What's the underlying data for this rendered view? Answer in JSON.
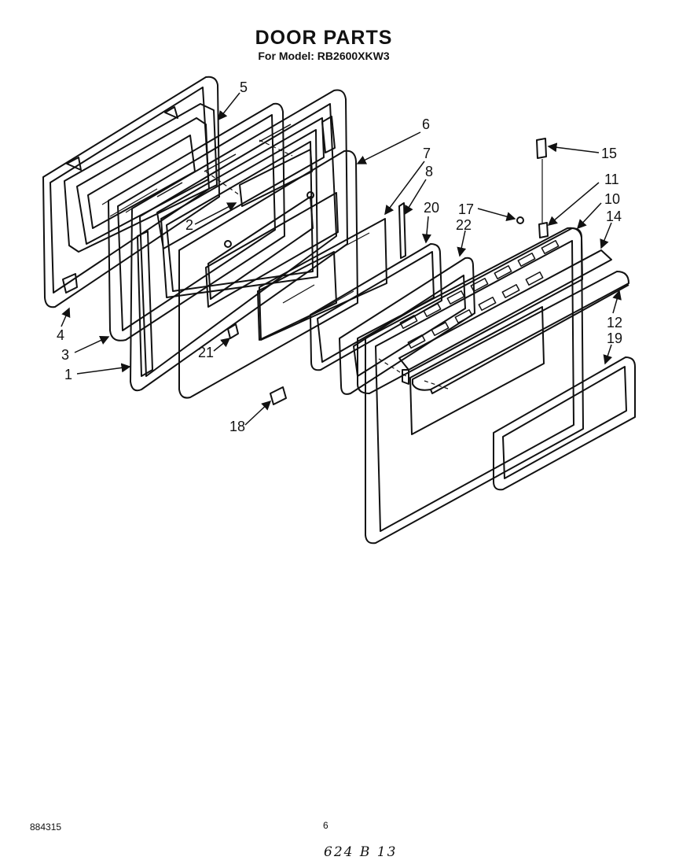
{
  "header": {
    "title": "DOOR PARTS",
    "subtitle": "For Model: RB2600XKW3"
  },
  "callouts": [
    {
      "id": "c5",
      "label": "5"
    },
    {
      "id": "c6",
      "label": "6"
    },
    {
      "id": "c7",
      "label": "7"
    },
    {
      "id": "c8",
      "label": "8"
    },
    {
      "id": "c20",
      "label": "20"
    },
    {
      "id": "c22",
      "label": "22"
    },
    {
      "id": "c17",
      "label": "17"
    },
    {
      "id": "c15",
      "label": "15"
    },
    {
      "id": "c11",
      "label": "11"
    },
    {
      "id": "c10",
      "label": "10"
    },
    {
      "id": "c14",
      "label": "14"
    },
    {
      "id": "c2",
      "label": "2"
    },
    {
      "id": "c4",
      "label": "4"
    },
    {
      "id": "c3",
      "label": "3"
    },
    {
      "id": "c1",
      "label": "1"
    },
    {
      "id": "c21",
      "label": "21"
    },
    {
      "id": "c18",
      "label": "18"
    },
    {
      "id": "c12",
      "label": "12"
    },
    {
      "id": "c19",
      "label": "19"
    }
  ],
  "footer": {
    "doc_number": "884315",
    "page_number": "6",
    "handwritten": "624 B 13"
  }
}
